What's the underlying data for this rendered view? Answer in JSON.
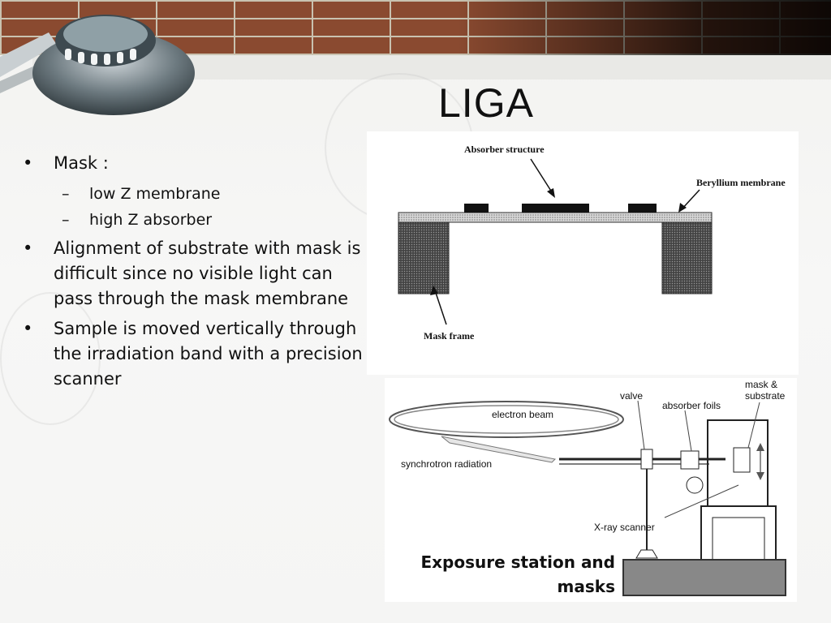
{
  "title": "LIGA",
  "bullets": [
    {
      "text": "Mask :",
      "sub": [
        "low Z membrane",
        "high Z absorber"
      ]
    },
    {
      "text": "Alignment of substrate with mask is difficult since no visible light can pass through the mask membrane"
    },
    {
      "text": "Sample is moved vertically through the irradiation band with a precision scanner"
    }
  ],
  "bullet_marker": "•",
  "sub_marker": "–",
  "figure_mask": {
    "absorber_label": "Absorber structure",
    "membrane_label": "Beryllium membrane",
    "frame_label": "Mask frame"
  },
  "figure_station": {
    "electron_beam": "electron beam",
    "synchrotron": "synchrotron radiation",
    "valve": "valve",
    "absorber_foils": "absorber foils",
    "mask_substrate_1": "mask &",
    "mask_substrate_2": "substrate",
    "xray_scanner": "X-ray scanner"
  },
  "caption": "Exposure station and masks"
}
